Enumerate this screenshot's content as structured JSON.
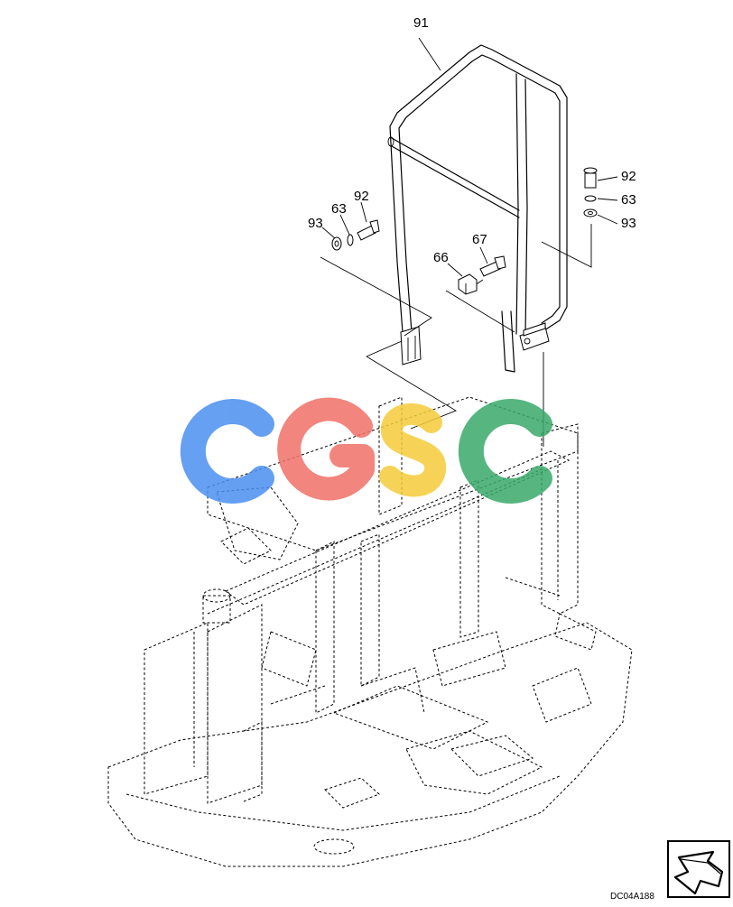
{
  "callouts": [
    {
      "id": "c91a",
      "text": "91"
    },
    {
      "id": "c93a",
      "text": "93"
    },
    {
      "id": "c63a",
      "text": "63"
    },
    {
      "id": "c92a",
      "text": "92"
    },
    {
      "id": "c66",
      "text": "66"
    },
    {
      "id": "c67",
      "text": "67"
    },
    {
      "id": "c92b",
      "text": "92"
    },
    {
      "id": "c63b",
      "text": "63"
    },
    {
      "id": "c93b",
      "text": "93"
    }
  ],
  "drawing_code": "DC04A188",
  "watermark": {
    "letters": [
      "C",
      "G",
      "S",
      "C"
    ],
    "colors": [
      "#4a8ff0",
      "#f07068",
      "#f5cc3a",
      "#3aaa6a"
    ]
  },
  "orientation_icon": "cab-direction-arrow-icon"
}
